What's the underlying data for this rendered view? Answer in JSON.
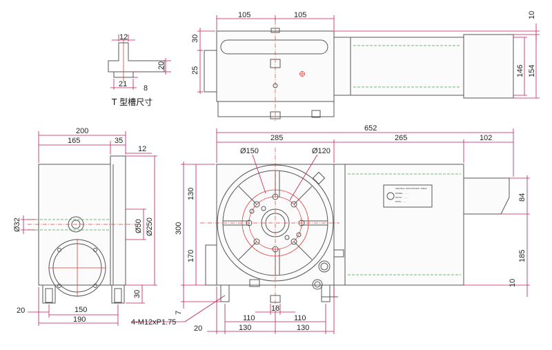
{
  "tslot": {
    "caption": "T 型槽尺寸",
    "width_top": "12",
    "width_bottom": "21",
    "depth": "20",
    "base": "8"
  },
  "top_view": {
    "half_left": "105",
    "half_right": "105",
    "top_gap": "10",
    "left_30": "30",
    "left_25": "25",
    "height_146": "146",
    "height_154": "154"
  },
  "side_view": {
    "overall_width": "200",
    "width_165": "165",
    "width_35": "35",
    "width_12": "12",
    "dia_32": "Ø32",
    "dia_50": "Ø50",
    "dia_250": "Ø250",
    "base_30": "30",
    "bottom_20": "20",
    "bottom_150": "150",
    "bottom_190": "190"
  },
  "front_view": {
    "overall_652": "652",
    "dim_285": "285",
    "dim_265": "265",
    "dim_102": "102",
    "dia_150": "Ø150",
    "dia_120": "Ø120",
    "height_300": "300",
    "height_130": "130",
    "height_170": "170",
    "right_84": "84",
    "right_185": "185",
    "right_10": "10",
    "left_7": "7",
    "bolt_note": "4-M12xP1.75",
    "bottom_18": "18",
    "bottom_110_left": "110",
    "bottom_110_right": "110",
    "bottom_20": "20",
    "bottom_130_left": "130",
    "bottom_130_right": "130"
  },
  "colors": {
    "dimension": "#c2185b",
    "centerline": "#e53935",
    "hidden": "#43a047",
    "outline": "#555555"
  }
}
